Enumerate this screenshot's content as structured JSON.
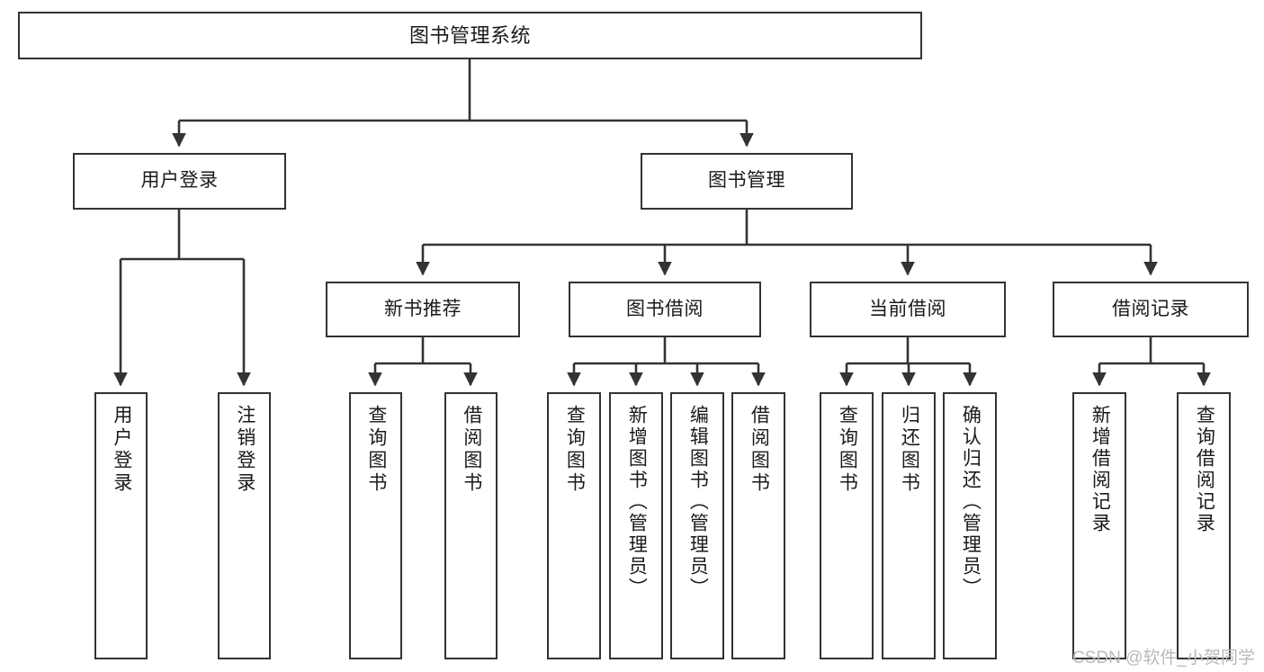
{
  "diagram": {
    "title": "图书管理系统",
    "type": "function-structure-tree",
    "levels": 4,
    "nodes": {
      "root": {
        "label": "图书管理系统"
      },
      "level2": [
        {
          "id": "user-login",
          "label": "用户登录"
        },
        {
          "id": "book-management",
          "label": "图书管理"
        }
      ],
      "level3": [
        {
          "id": "new-book-recommend",
          "label": "新书推荐"
        },
        {
          "id": "book-borrow",
          "label": "图书借阅"
        },
        {
          "id": "current-borrow",
          "label": "当前借阅"
        },
        {
          "id": "borrow-record",
          "label": "借阅记录"
        }
      ],
      "leaves": {
        "user-login": [
          {
            "id": "leaf-user-login",
            "label": "用户登录"
          },
          {
            "id": "leaf-user-logout",
            "label": "注销登录"
          }
        ],
        "new-book-recommend": [
          {
            "id": "leaf-query-book-1",
            "label": "查询图书"
          },
          {
            "id": "leaf-borrow-book-1",
            "label": "借阅图书"
          }
        ],
        "book-borrow": [
          {
            "id": "leaf-query-book-2",
            "label": "查询图书"
          },
          {
            "id": "leaf-add-book",
            "label": "新增图书（管理员）"
          },
          {
            "id": "leaf-edit-book",
            "label": "编辑图书（管理员）"
          },
          {
            "id": "leaf-borrow-book-2",
            "label": "借阅图书"
          }
        ],
        "current-borrow": [
          {
            "id": "leaf-query-book-3",
            "label": "查询图书"
          },
          {
            "id": "leaf-return-book",
            "label": "归还图书"
          },
          {
            "id": "leaf-confirm-return",
            "label": "确认归还（管理员）"
          }
        ],
        "borrow-record": [
          {
            "id": "leaf-add-record",
            "label": "新增借阅记录"
          },
          {
            "id": "leaf-query-record",
            "label": "查询借阅记录"
          }
        ]
      }
    },
    "colors": {
      "stroke": "#333333",
      "fill": "#ffffff",
      "text": "#1a1a1a",
      "watermark": "#b9b9b9"
    }
  },
  "watermark": {
    "text": "CSDN @软件_小贺同学"
  }
}
